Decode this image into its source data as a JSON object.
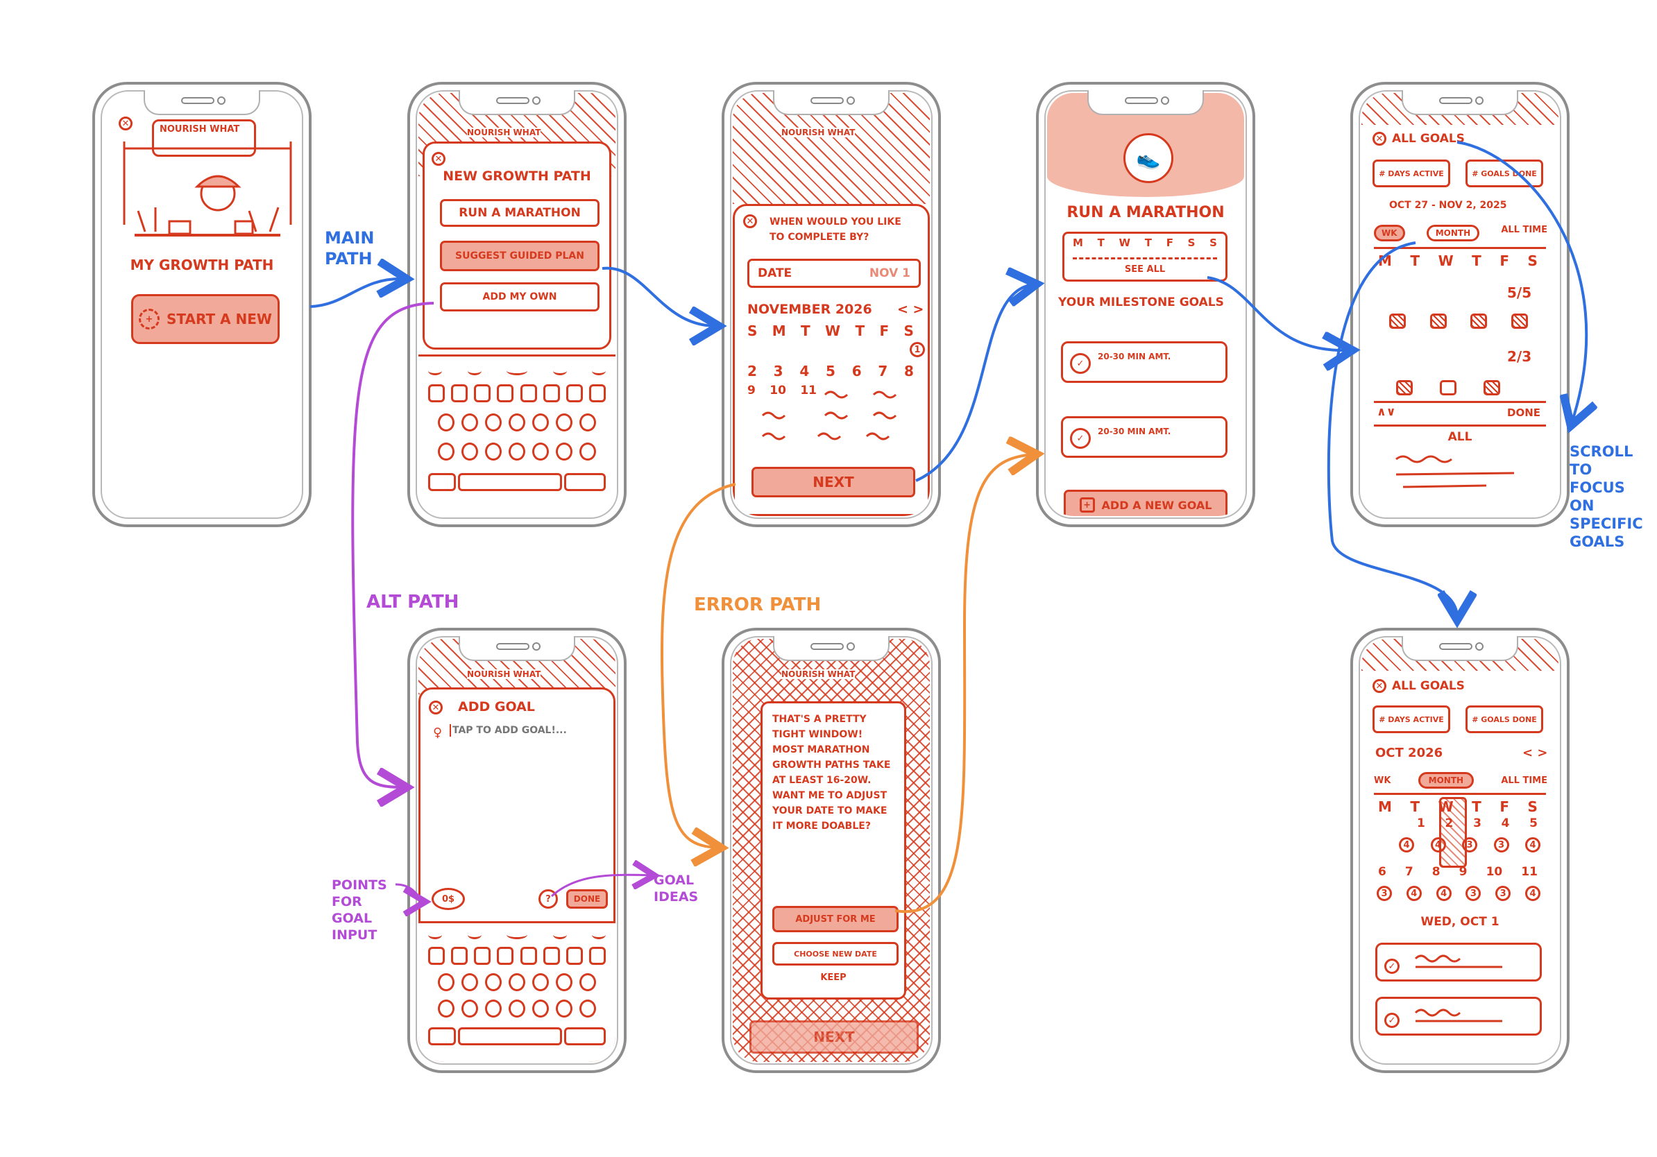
{
  "labels": {
    "main_path": "MAIN PATH",
    "alt_path": "ALT PATH",
    "error_path": "ERROR PATH",
    "points_for_goal_input": "POINTS FOR GOAL INPUT",
    "goal_ideas": "GOAL IDEAS",
    "scroll_to_focus": "SCROLL TO FOCUS ON SPECIFIC GOALS"
  },
  "screen1": {
    "banner": "NOURISH WHAT",
    "title": "MY GROWTH PATH",
    "start_button": "START A NEW"
  },
  "screen2": {
    "banner": "NOURISH WHAT",
    "title": "NEW GROWTH PATH",
    "field_value": "RUN A MARATHON",
    "suggest_button": "SUGGEST GUIDED PLAN",
    "add_own_button": "ADD MY OWN"
  },
  "screen3": {
    "banner": "NOURISH WHAT",
    "question": "WHEN WOULD YOU LIKE TO COMPLETE BY?",
    "date_label": "DATE",
    "date_value": "NOV 1",
    "month": "NOVEMBER 2026",
    "nav": "< >",
    "weekdays": [
      "S",
      "M",
      "T",
      "W",
      "T",
      "F",
      "S"
    ],
    "row1": [
      "2",
      "3",
      "4",
      "5",
      "6",
      "7",
      "8"
    ],
    "row2": [
      "9",
      "10",
      "11"
    ],
    "selected_day": "1",
    "next_button": "NEXT"
  },
  "screen4": {
    "title": "RUN A MARATHON",
    "weekdays": [
      "M",
      "T",
      "W",
      "T",
      "F",
      "S",
      "S"
    ],
    "see_all": "SEE ALL",
    "milestones_label": "YOUR MILESTONE GOALS",
    "milestone1": "20-30 MIN AMT.",
    "milestone2": "20-30 MIN AMT.",
    "add_goal_button": "ADD A NEW GOAL"
  },
  "screen5": {
    "header": "ALL GOALS",
    "active_badge": "# DAYS ACTIVE",
    "done_badge": "# GOALS DONE",
    "date_range": "OCT 27 - NOV 2, 2025",
    "tabs": [
      "WK",
      "MONTH",
      "ALL TIME"
    ],
    "weekdays": [
      "M",
      "T",
      "W",
      "T",
      "F",
      "S"
    ],
    "score1": "5/5",
    "score2": "2/3",
    "done_label": "DONE",
    "all_label": "ALL"
  },
  "screen6": {
    "banner": "NOURISH WHAT",
    "title": "ADD GOAL",
    "placeholder": "TAP TO ADD GOAL!...",
    "points": "0$",
    "idea": "?",
    "done_button": "DONE"
  },
  "screen7": {
    "banner": "NOURISH WHAT",
    "message": "THAT'S A PRETTY TIGHT WINDOW! MOST MARATHON GROWTH PATHS TAKE AT LEAST 16-20W. WANT ME TO ADJUST YOUR DATE TO MAKE IT MORE DOABLE?",
    "adjust_button": "ADJUST FOR ME",
    "choose_button": "CHOOSE NEW DATE",
    "keep_link": "KEEP",
    "next_button": "NEXT"
  },
  "screen8": {
    "header": "ALL GOALS",
    "active_badge": "# DAYS ACTIVE",
    "done_badge": "# GOALS DONE",
    "month": "OCT 2026",
    "nav": "< >",
    "tabs": [
      "WK",
      "MONTH",
      "ALL TIME"
    ],
    "weekdays": [
      "M",
      "T",
      "W",
      "T",
      "F",
      "S"
    ],
    "row1": [
      "1",
      "2",
      "3",
      "4",
      "5"
    ],
    "row2": [
      "6",
      "7",
      "8",
      "9",
      "10",
      "11"
    ],
    "day_label": "WED, OCT 1"
  },
  "colors": {
    "sketch": "#d63a1e",
    "fill": "#f1a999",
    "blue": "#2f6fe0",
    "purple": "#b44bd6",
    "orange": "#f0903a",
    "frame": "#8d8d8d"
  }
}
